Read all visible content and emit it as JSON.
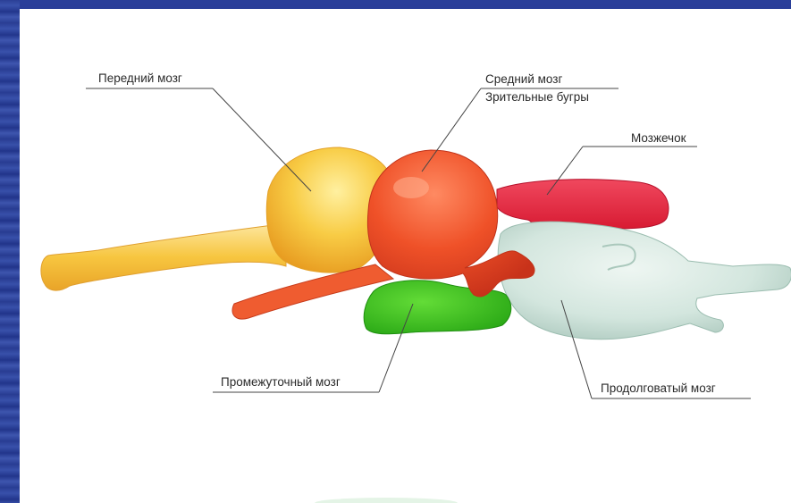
{
  "labels": {
    "forebrain": "Передний мозг",
    "midbrain": "Средний мозг",
    "optic_lobes": "Зрительные бугры",
    "cerebellum": "Мозжечок",
    "diencephalon": "Промежуточный мозг",
    "medulla": "Продолговатый мозг"
  },
  "colors": {
    "forebrain": "#f7c23a",
    "midbrain": "#ec4a24",
    "cerebellum": "#e4203a",
    "diencephalon": "#3cc21c",
    "medulla": "#cfe3dc",
    "background": "#1b2f86"
  }
}
